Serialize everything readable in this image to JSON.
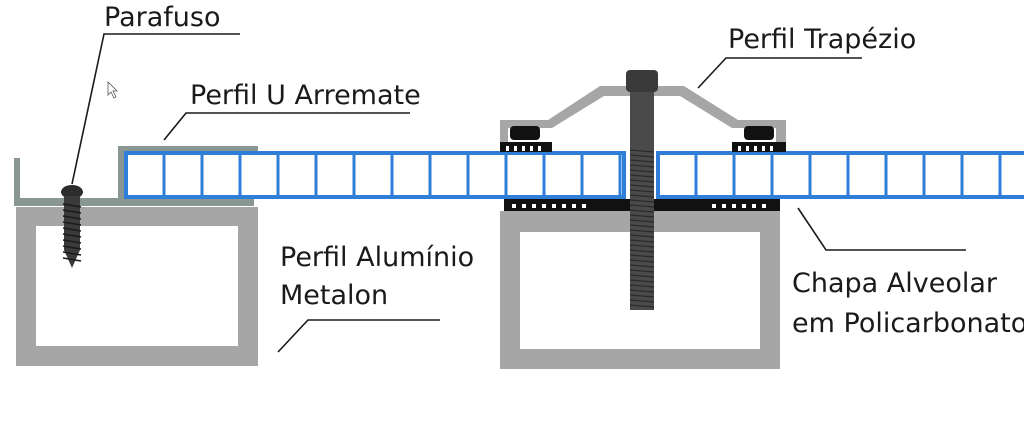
{
  "labels": {
    "parafuso": "Parafuso",
    "perfil_u": "Perfil U Arremate",
    "perfil_trapezio": "Perfil Trapézio",
    "perfil_aluminio_line1": "Perfil Alumínio",
    "perfil_aluminio_line2": "Metalon",
    "chapa_line1": "Chapa Alveolar",
    "chapa_line2": "em Policarbonato"
  },
  "colors": {
    "background": "#ffffff",
    "aluminum": "#a6a6a6",
    "aluminum_dark": "#7d8a86",
    "polycarbonate": "#2f7fd8",
    "rubber": "#111111",
    "bolt": "#3a3a3a",
    "leader_line": "#1a1a1a"
  },
  "icons": {
    "cursor": "mouse-pointer-icon"
  }
}
